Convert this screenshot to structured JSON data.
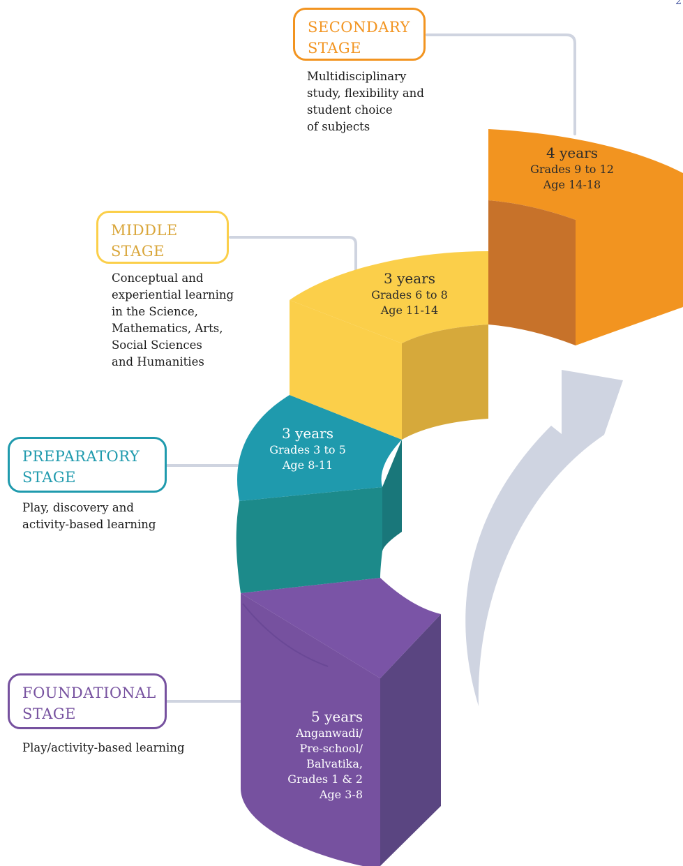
{
  "page": {
    "number": "2"
  },
  "colors": {
    "secondary": "#f29420",
    "middle": "#fbcf4a",
    "preparatory": "#1f9aad",
    "foundational": "#76519f",
    "connector": "#cfd4e0",
    "arrow": "#cfd4e1"
  },
  "stages": [
    {
      "id": "secondary",
      "title_lines": [
        "SECONDARY",
        "STAGE"
      ],
      "description_lines": [
        "Multidisciplinary",
        "study, flexibility and",
        "student choice",
        "of subjects"
      ],
      "duration": "4 years",
      "detail_lines": [
        "Grades 9 to 12",
        "Age 14-18"
      ]
    },
    {
      "id": "middle",
      "title_lines": [
        "MIDDLE",
        "STAGE"
      ],
      "description_lines": [
        "Conceptual and",
        "experiential learning",
        "in the Science,",
        "Mathematics, Arts,",
        "Social Sciences",
        "and Humanities"
      ],
      "duration": "3 years",
      "detail_lines": [
        "Grades 6 to 8",
        "Age 11-14"
      ]
    },
    {
      "id": "preparatory",
      "title_lines": [
        "PREPARATORY",
        "STAGE"
      ],
      "description_lines": [
        "Play, discovery and",
        "activity-based learning"
      ],
      "duration": "3 years",
      "detail_lines": [
        "Grades 3 to 5",
        "Age 8-11"
      ]
    },
    {
      "id": "foundational",
      "title_lines": [
        "FOUNDATIONAL",
        "STAGE"
      ],
      "description_lines": [
        "Play/activity-based learning"
      ],
      "duration": "5 years",
      "detail_lines": [
        "Anganwadi/",
        "Pre-school/",
        "Balvatika,",
        "Grades 1 & 2",
        "Age 3-8"
      ]
    }
  ]
}
